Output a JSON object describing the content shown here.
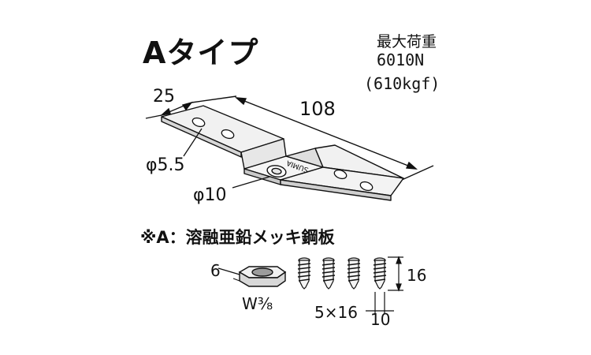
{
  "title": "Aタイプ",
  "load": {
    "label": "最大荷重",
    "newtons": "6010N",
    "kgf": "(610kgf)"
  },
  "dimensions": {
    "flange_width": "25",
    "total_length": "108",
    "small_hole": "φ5.5",
    "large_hole": "φ10"
  },
  "material": "※A：溶融亜鉛メッキ鋼板",
  "stamp_text": "SUMIA",
  "hardware": {
    "nut_thickness": "6",
    "nut_size": "W⅜",
    "screw_size": "5×16",
    "screw_length": "16",
    "screw_head": "10"
  }
}
